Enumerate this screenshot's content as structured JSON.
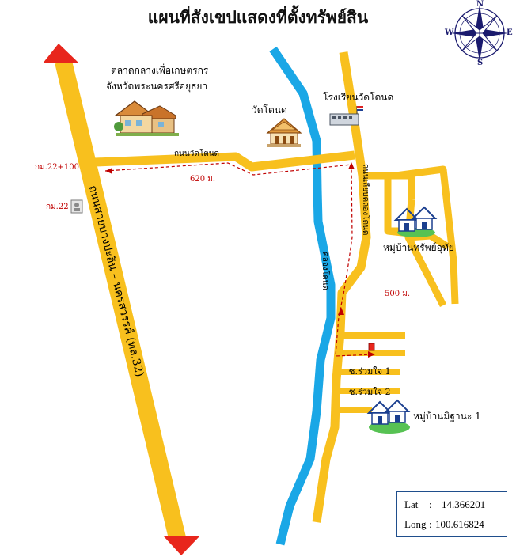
{
  "title": "แผนที่สังเขปแสดงที่ตั้งทรัพย์สิน",
  "compass": {
    "n": "N",
    "s": "S",
    "e": "E",
    "w": "W",
    "icon": "compass-rose-icon"
  },
  "landmarks": {
    "market": {
      "line1": "ตลาดกลางเพื่อเกษตรกร",
      "line2": "จังหวัดพระนครศรีอยุธยา",
      "icon": "market-house-icon"
    },
    "temple": {
      "label": "วัดโตนด",
      "icon": "temple-icon"
    },
    "school": {
      "label": "โรงเรียนวัดโตนด",
      "icon": "school-flag-icon"
    },
    "village1": {
      "label": "หมู่บ้านทรัพย์อุทัย",
      "icon": "village-house-icon"
    },
    "village2": {
      "label": "หมู่บ้านมิฐานะ 1",
      "icon": "village-house-icon"
    },
    "km_post": {
      "label": "กม.22",
      "icon": "km-post-icon"
    }
  },
  "roads": {
    "main": "ถนนสายบางปะอิน – นครสวรรค์ (ทล.32)",
    "wat_tanot": "ถนนวัดโตนด",
    "canal_road": "ถนนเลียบคลองโตนด",
    "canal": "คลองโตนด",
    "soi1": "ซ.ร่วมใจ 1",
    "soi2": "ซ.ร่วมใจ 2"
  },
  "distances": {
    "km": "กม.22+100",
    "d1": "620 ม.",
    "d2": "500 ม."
  },
  "property_marker": "property-marker-icon",
  "coordinates": {
    "lat_label": "Lat",
    "lat_sep": ":",
    "lat": "14.366201",
    "long_label": "Long",
    "long_sep": ":",
    "long": "100.616824"
  },
  "colors": {
    "road": "#f8c01e",
    "canal": "#1aa7e6",
    "arrow": "#e8261c",
    "route": "#c00000",
    "box_border": "#1f4e8c"
  }
}
